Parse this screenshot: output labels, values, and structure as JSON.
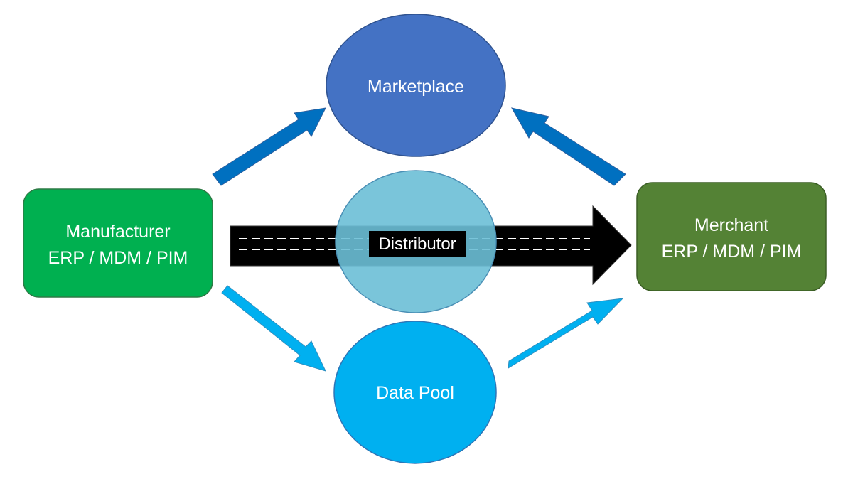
{
  "nodes": {
    "manufacturer": {
      "line1": "Manufacturer",
      "line2": "ERP / MDM / PIM",
      "color": "#00b050"
    },
    "marketplace": {
      "label": "Marketplace",
      "color": "#4472c4"
    },
    "distributor": {
      "label": "Distributor",
      "color": "#6cbfd6"
    },
    "data_pool": {
      "label": "Data Pool",
      "color": "#00b0f0"
    },
    "merchant": {
      "line1": "Merchant",
      "line2": "ERP / MDM / PIM",
      "color": "#548235"
    }
  },
  "arrows": {
    "to_marketplace_color": "#0070c0",
    "to_data_pool_color": "#00b0f0",
    "main_flow_color": "#000000"
  }
}
